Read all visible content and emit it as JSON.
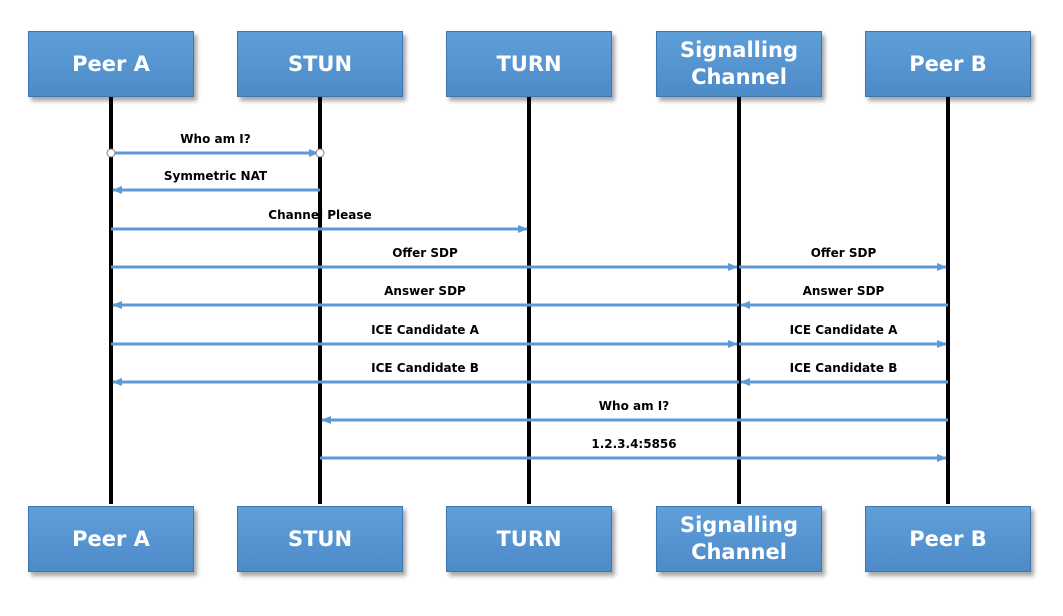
{
  "participants": [
    {
      "id": "peer-a",
      "label": "Peer A"
    },
    {
      "id": "stun",
      "label": "STUN"
    },
    {
      "id": "turn",
      "label": "TURN"
    },
    {
      "id": "signalling",
      "label": "Signalling\nChannel"
    },
    {
      "id": "peer-b",
      "label": "Peer B"
    }
  ],
  "messages": [
    {
      "from": 0,
      "to": 1,
      "label": "Who am I?",
      "style": "circle-ends"
    },
    {
      "from": 1,
      "to": 0,
      "label": "Symmetric NAT"
    },
    {
      "from": 0,
      "to": 2,
      "label": "Channel Please"
    },
    {
      "from": 0,
      "to": 3,
      "label": "Offer SDP"
    },
    {
      "from": 3,
      "to": 4,
      "label": "Offer SDP"
    },
    {
      "from": 3,
      "to": 0,
      "label": "Answer SDP"
    },
    {
      "from": 4,
      "to": 3,
      "label": "Answer SDP"
    },
    {
      "from": 0,
      "to": 3,
      "label": "ICE Candidate A"
    },
    {
      "from": 3,
      "to": 4,
      "label": "ICE Candidate A"
    },
    {
      "from": 3,
      "to": 0,
      "label": "ICE Candidate B"
    },
    {
      "from": 4,
      "to": 3,
      "label": "ICE Candidate B"
    },
    {
      "from": 4,
      "to": 1,
      "label": "Who am I?"
    },
    {
      "from": 1,
      "to": 4,
      "label": "1.2.3.4:5856"
    }
  ],
  "colors": {
    "box": "#5b9bd5",
    "arrow": "#5b9bd5",
    "lifeline": "#000000"
  }
}
